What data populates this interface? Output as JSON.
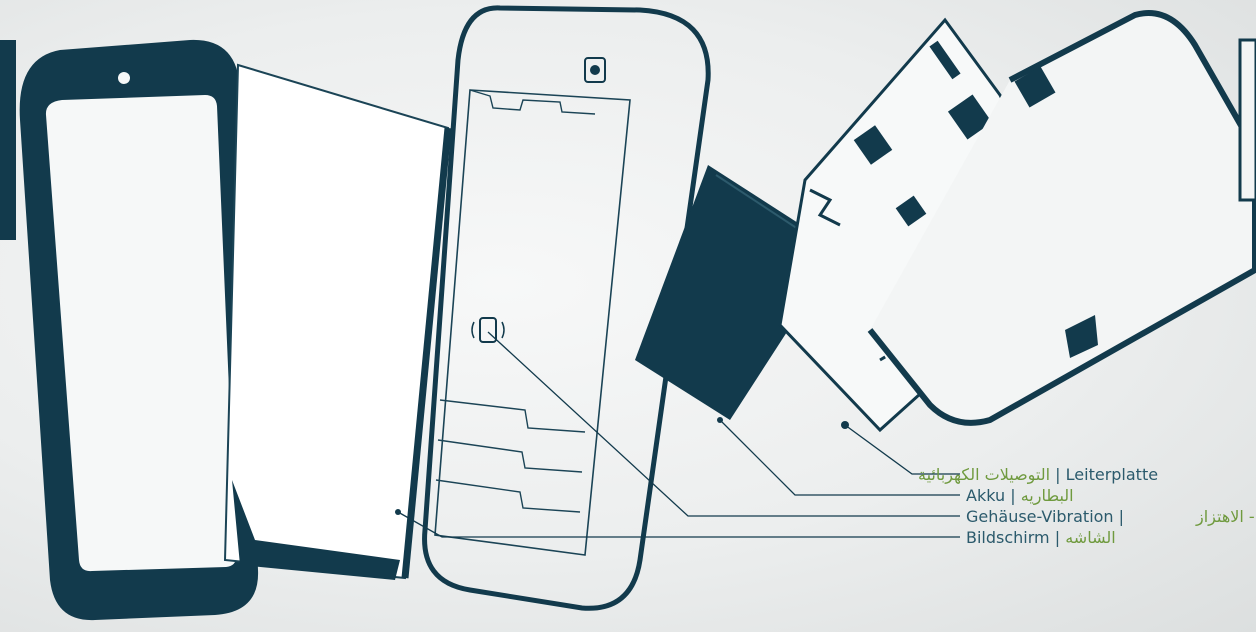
{
  "colors": {
    "ink": "#123a4c",
    "german_text": "#2b5a6c",
    "arabic_text": "#6f9a3e",
    "background": "#eef0f0"
  },
  "labels": [
    {
      "id": "circuit_board",
      "arabic": "التوصيلات الكهربائية",
      "separator": "|",
      "german": "Leiterplatte"
    },
    {
      "id": "battery",
      "arabic": "البطاريه",
      "separator": "|",
      "german": "Akku"
    },
    {
      "id": "vibration",
      "arabic": "ب - الاهتزاز",
      "separator": "|",
      "german": "Gehäuse-Vibration"
    },
    {
      "id": "screen",
      "arabic": "الشاشه",
      "separator": "|",
      "german": "Bildschirm"
    }
  ]
}
